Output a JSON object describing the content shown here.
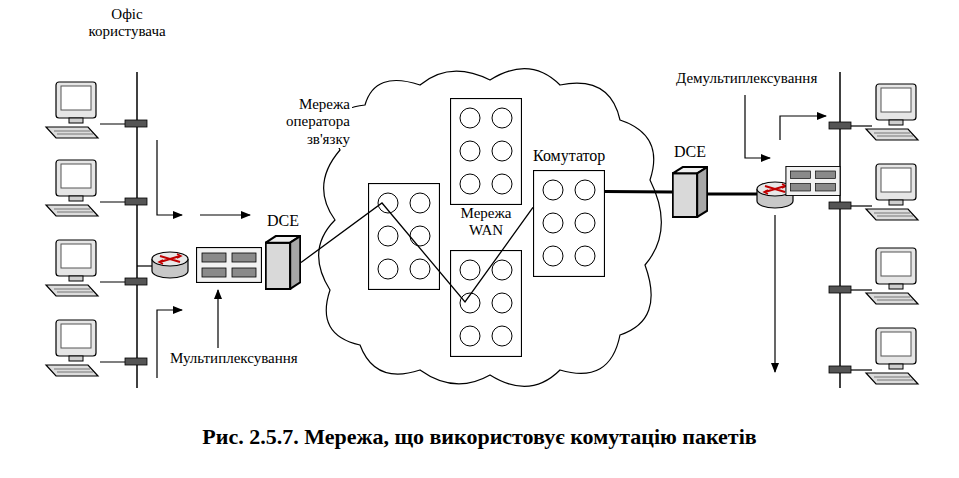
{
  "diagram": {
    "caption": "Рис. 2.5.7. Мережа, що використовує комутацію пакетів",
    "nodes": [
      {
        "text": [
          "DCE"
        ]
      },
      {
        "text": [
          "Комутатор"
        ]
      },
      {
        "text": [
          "DCE"
        ]
      }
    ],
    "edges": [
      {
        "from": 0,
        "to": 1,
        "arrow": "none"
      },
      {
        "from": 1,
        "to": 2,
        "arrow": "none"
      }
    ],
    "labels": [
      "Офіс користувача",
      "Мережа оператора зв'язку",
      "Мережа WAN",
      "Мультиплексування",
      "Демультиплексування"
    ]
  }
}
